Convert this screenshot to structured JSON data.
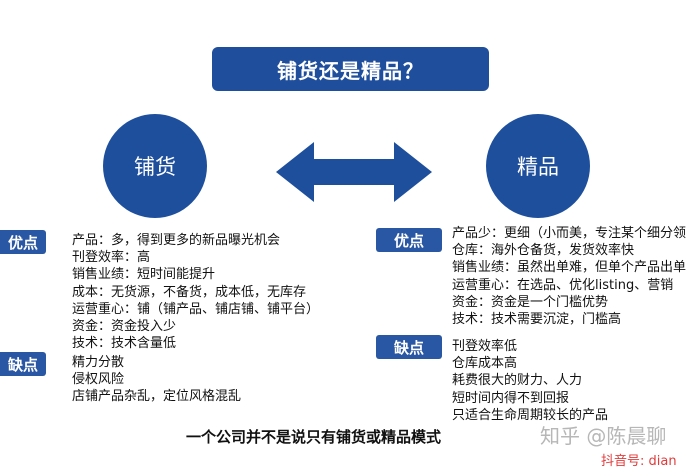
{
  "title": "铺货还是精品？",
  "left_circle": "铺货",
  "right_circle": "精品",
  "left": {
    "pros_tag": "优点",
    "pros": [
      "产品：多，得到更多的新品曝光机会",
      "刊登效率：高",
      "销售业绩：短时间能提升",
      "成本：无货源，不备货，成本低，无库存",
      "运营重心：铺（铺产品、铺店铺、铺平台）",
      "资金：资金投入少",
      "技术：技术含量低"
    ],
    "cons_tag": "缺点",
    "cons": [
      "精力分散",
      "侵权风险",
      "店铺产品杂乱，定位风格混乱"
    ]
  },
  "right": {
    "pros_tag": "优点",
    "pros": [
      "产品少：更细（小而美，专注某个细分领",
      "仓库：海外仓备货，发货效率快",
      "销售业绩：虽然出单难，但单个产品出单",
      "运营重心：在选品、优化listing、营销",
      "资金：资金是一个门槛优势",
      "技术：技术需要沉淀，门槛高"
    ],
    "cons_tag": "缺点",
    "cons": [
      "刊登效率低",
      "仓库成本高",
      "耗费很大的财力、人力",
      "短时间内得不到回报",
      "只适合生命周期较长的产品"
    ]
  },
  "footer": "一个公司并不是说只有铺货或精品模式",
  "watermark": "知乎 @陈晨聊",
  "watermark_sub": "抖音号: dian",
  "colors": {
    "primary": "#1f4e9c",
    "tag": "#2a57a3",
    "watermark_red": "#e23b3b"
  }
}
